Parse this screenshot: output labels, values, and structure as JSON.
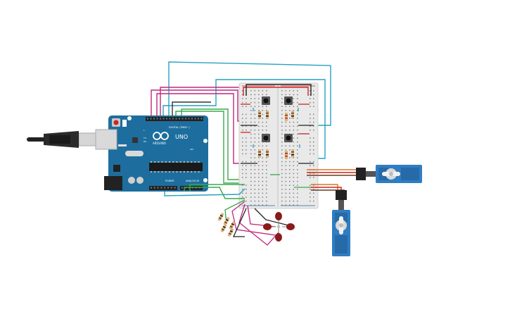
{
  "board": {
    "brand": "ARDUINO",
    "model": "UNO",
    "digital_header": "DIGITAL (PWM~)",
    "power_label": "POWER",
    "analog_label": "ANALOG IN",
    "on_label": "ON",
    "tx_label": "TX",
    "rx_label": "RX",
    "l_label": "L"
  },
  "colors": {
    "board": "#1d6e9e",
    "breadboard": "#e9e9e9",
    "wire_cyan": "#27a1c1",
    "wire_magenta": "#c2267e",
    "wire_green": "#3aa84a",
    "wire_red": "#d22222",
    "wire_black": "#222222",
    "servo": "#2f7dc3",
    "led": "#8b1a1a"
  },
  "icons": {
    "usb": "usb-connector-icon",
    "logo": "arduino-infinity-icon",
    "servo": "servo-motor-icon",
    "button": "pushbutton-icon",
    "led": "led-icon"
  }
}
